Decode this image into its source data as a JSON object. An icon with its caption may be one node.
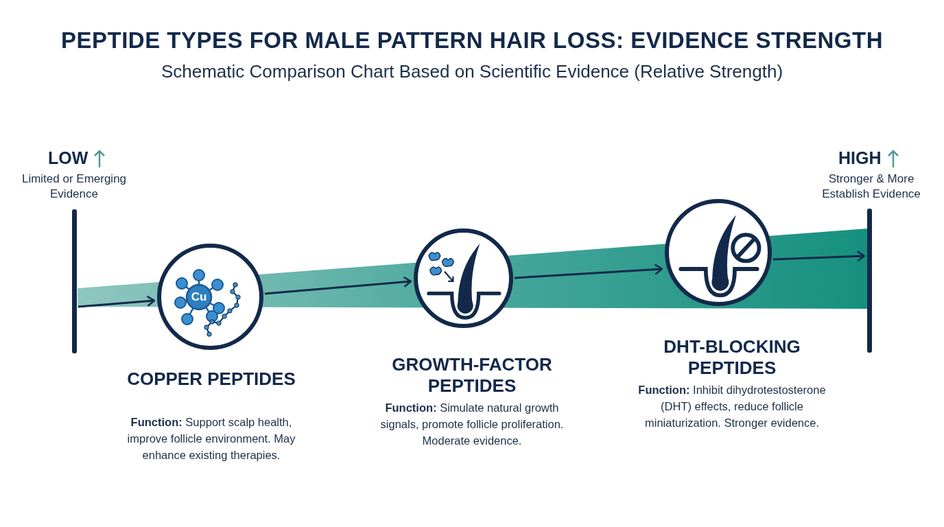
{
  "diagram": {
    "title": "PEPTIDE TYPES FOR MALE PATTERN HAIR LOSS: EVIDENCE STRENGTH",
    "nodes": [
      {
        "text": [],
        "shape": "bar"
      },
      {
        "text": [
          "Cu"
        ],
        "beside": [
          "COPPER PEPTIDES",
          "**Function:** Support scalp health, improve follicle environment. May enhance existing therapies."
        ]
      },
      {
        "text": [],
        "shape": "circle",
        "beside": [
          "GROWTH-FACTOR PEPTIDES",
          "**Function:** Simulate natural growth signals, promote follicle proliferation. Moderate evidence."
        ]
      },
      {
        "text": [],
        "shape": "circle",
        "beside": [
          "DHT-BLOCKING PEPTIDES",
          "**Function:** Inhibit dihydrotestosterone (DHT) effects, reduce follicle miniaturization. Stronger evidence."
        ]
      },
      {
        "text": [],
        "shape": "bar"
      }
    ],
    "edges": [
      {
        "from": 0,
        "to": 1,
        "arrow": "to"
      },
      {
        "from": 1,
        "to": 2,
        "arrow": "to"
      },
      {
        "from": 2,
        "to": 3,
        "arrow": "to"
      },
      {
        "from": 3,
        "to": 4,
        "arrow": "to"
      }
    ],
    "labels": [
      "Schematic Comparison Chart Based on Scientific Evidence (Relative Strength)",
      "LOW",
      "Limited or Emerging Evidence",
      "HIGH",
      "Stronger & More Establish Evidence"
    ]
  }
}
